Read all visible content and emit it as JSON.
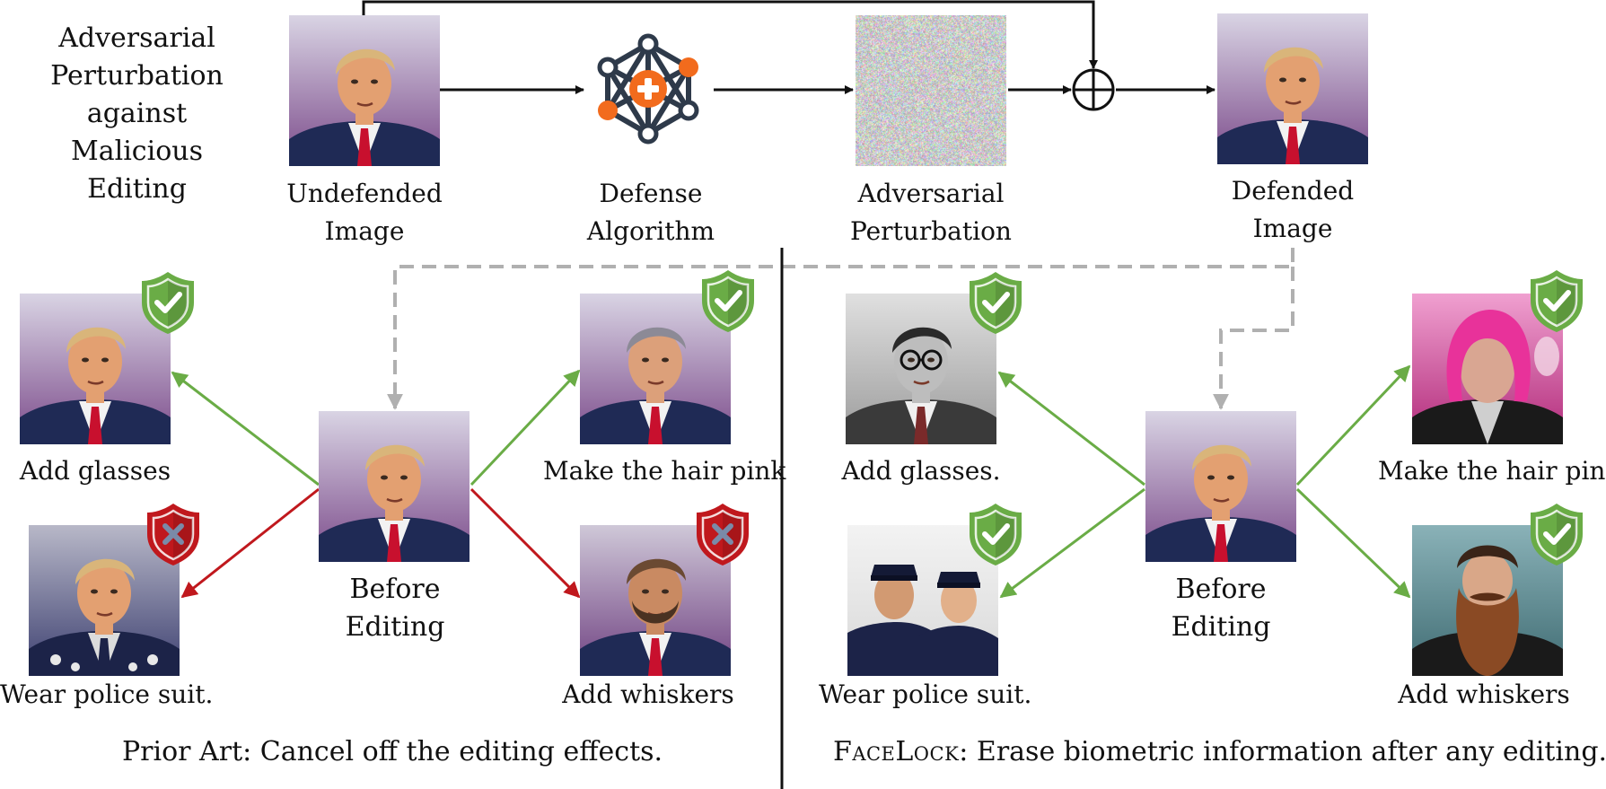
{
  "top": {
    "title_lines": [
      "Adversarial",
      "Perturbation",
      "against",
      "Malicious",
      "Editing"
    ],
    "undefended_lines": [
      "Undefended",
      "Image"
    ],
    "defense_lines": [
      "Defense",
      "Algorithm"
    ],
    "perturbation_lines": [
      "Adversarial",
      "Perturbation"
    ],
    "defended_lines": [
      "Defended",
      "Image"
    ]
  },
  "left": {
    "before_lines": [
      "Before",
      "Editing"
    ],
    "edits": {
      "glasses": "Add glasses",
      "police": "Wear police suit.",
      "pink": "Make the hair pink",
      "whiskers": "Add whiskers"
    },
    "caption": "Prior Art: Cancel off the editing effects."
  },
  "right": {
    "before_lines": [
      "Before",
      "Editing"
    ],
    "edits": {
      "glasses": "Add glasses.",
      "police": "Wear police suit.",
      "pink": "Make the hair pink.",
      "whiskers": "Add whiskers"
    },
    "caption_brand": "FaceLock",
    "caption_rest": ": Erase biometric information after any editing."
  },
  "colors": {
    "protected": "#6aac46",
    "failed": "#c0181d",
    "dashed": "#b0b0b0",
    "network_nodes": "#f26b1d",
    "network_lines": "#2e3a4a"
  },
  "icons": {
    "protected": "shield-check-icon",
    "failed": "shield-cross-icon",
    "combine": "circled-plus-icon",
    "network": "neural-network-icon"
  }
}
